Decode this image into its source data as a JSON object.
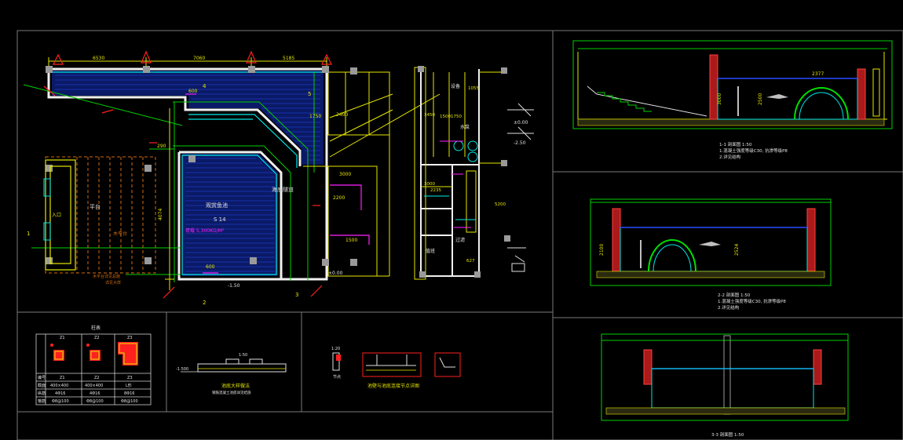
{
  "colors": {
    "background": "#000000",
    "frame": "#8a8a8a",
    "wall": "#f2f2f2",
    "green": "#00e000",
    "yellow": "#e6e600",
    "cyan": "#00e6e6",
    "red": "#ff2020",
    "magenta": "#ff20ff",
    "blue_fill": "#0a1e6e",
    "water": "#2a4cff",
    "orange": "#d06a10"
  },
  "plan": {
    "dims_top": [
      "6530",
      "7060",
      "5185"
    ],
    "dim_a": "600",
    "dim_b": "1750",
    "dim_c": "2400",
    "dim_d": "290",
    "dim_e": "4074",
    "dim_f": "3000",
    "dim_g": "2200",
    "dim_h": "1500",
    "dim_i": "600",
    "tank_label": "观赏鱼池",
    "tank_area": "S 14",
    "tank_note": "荷载 5,300KG/M²",
    "corridor_label": "海底隧道",
    "left_label_1": "平台",
    "left_label_2": "入口",
    "left_label_3": "木平台",
    "left_note_1": "木平台详见总施",
    "left_note_2": "详见大样",
    "level_a": "±0.00",
    "level_b": "-1.50",
    "marker_1": "1",
    "marker_2": "2",
    "marker_3": "3",
    "marker_4": "4",
    "marker_5": "5"
  },
  "rooms": {
    "dims": [
      "1500",
      "1055",
      "3450",
      "1750",
      "3000",
      "2235",
      "627",
      "5200"
    ],
    "labels": [
      "设备",
      "水泵",
      "过滤",
      "值班"
    ],
    "levels": [
      "±0.00",
      "-2.50"
    ]
  },
  "sections": {
    "s1_title": "1-1  剖面图 1:50",
    "s1_note_1": "1.混凝土强度等级C30, 抗渗等级P8",
    "s1_note_2": "2.详见结构",
    "s1_dim_1": "3000",
    "s1_dim_2": "2500",
    "s1_dim_3": "2377",
    "s2_title": "2-2  剖面图 1:50",
    "s2_note_1": "1.混凝土强度等级C30, 抗渗等级P8",
    "s2_note_2": "2.详见结构",
    "s2_dim_1": "2100",
    "s2_dim_2": "2524",
    "s3_title": "3-3  剖面图 1:50"
  },
  "details": {
    "table_title": "柱表",
    "table_cols": [
      "Z1",
      "Z2",
      "Z3"
    ],
    "table_rows": [
      "编号",
      "截面",
      "纵筋",
      "箍筋"
    ],
    "table_cells": [
      [
        "Z1",
        "Z2",
        "Z3"
      ],
      [
        "400×400",
        "400×400",
        "L形"
      ],
      [
        "4Φ16",
        "4Φ16",
        "8Φ16"
      ],
      [
        "Φ8@100",
        "Φ8@100",
        "Φ8@100"
      ]
    ],
    "d2_title": "池底大样做法",
    "d2_sub": "钢筋混凝土池底详见结施",
    "d2_dim": "1:50",
    "d2_level": "-1.500",
    "d3_title": "池壁与池底连接节点详图",
    "d3_level": "1:20",
    "d3_label": "节点"
  }
}
